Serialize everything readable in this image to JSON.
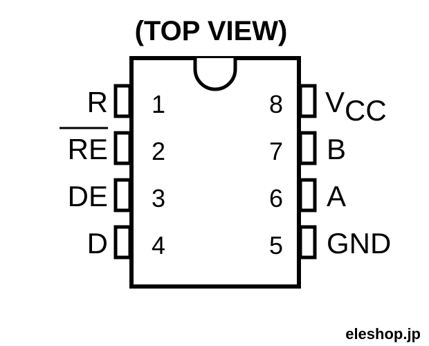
{
  "title": "(TOP VIEW)",
  "package": {
    "left_pins": [
      {
        "number": "1",
        "signal": "R"
      },
      {
        "number": "2",
        "signal": "RE",
        "active_low": true
      },
      {
        "number": "3",
        "signal": "DE"
      },
      {
        "number": "4",
        "signal": "D"
      }
    ],
    "right_pins": [
      {
        "number": "8",
        "signal": "V",
        "subscript": "CC"
      },
      {
        "number": "7",
        "signal": "B"
      },
      {
        "number": "6",
        "signal": "A"
      },
      {
        "number": "5",
        "signal": "GND"
      }
    ]
  },
  "watermark": "eleshop.jp",
  "colors": {
    "line": "#000000",
    "background": "#ffffff"
  }
}
